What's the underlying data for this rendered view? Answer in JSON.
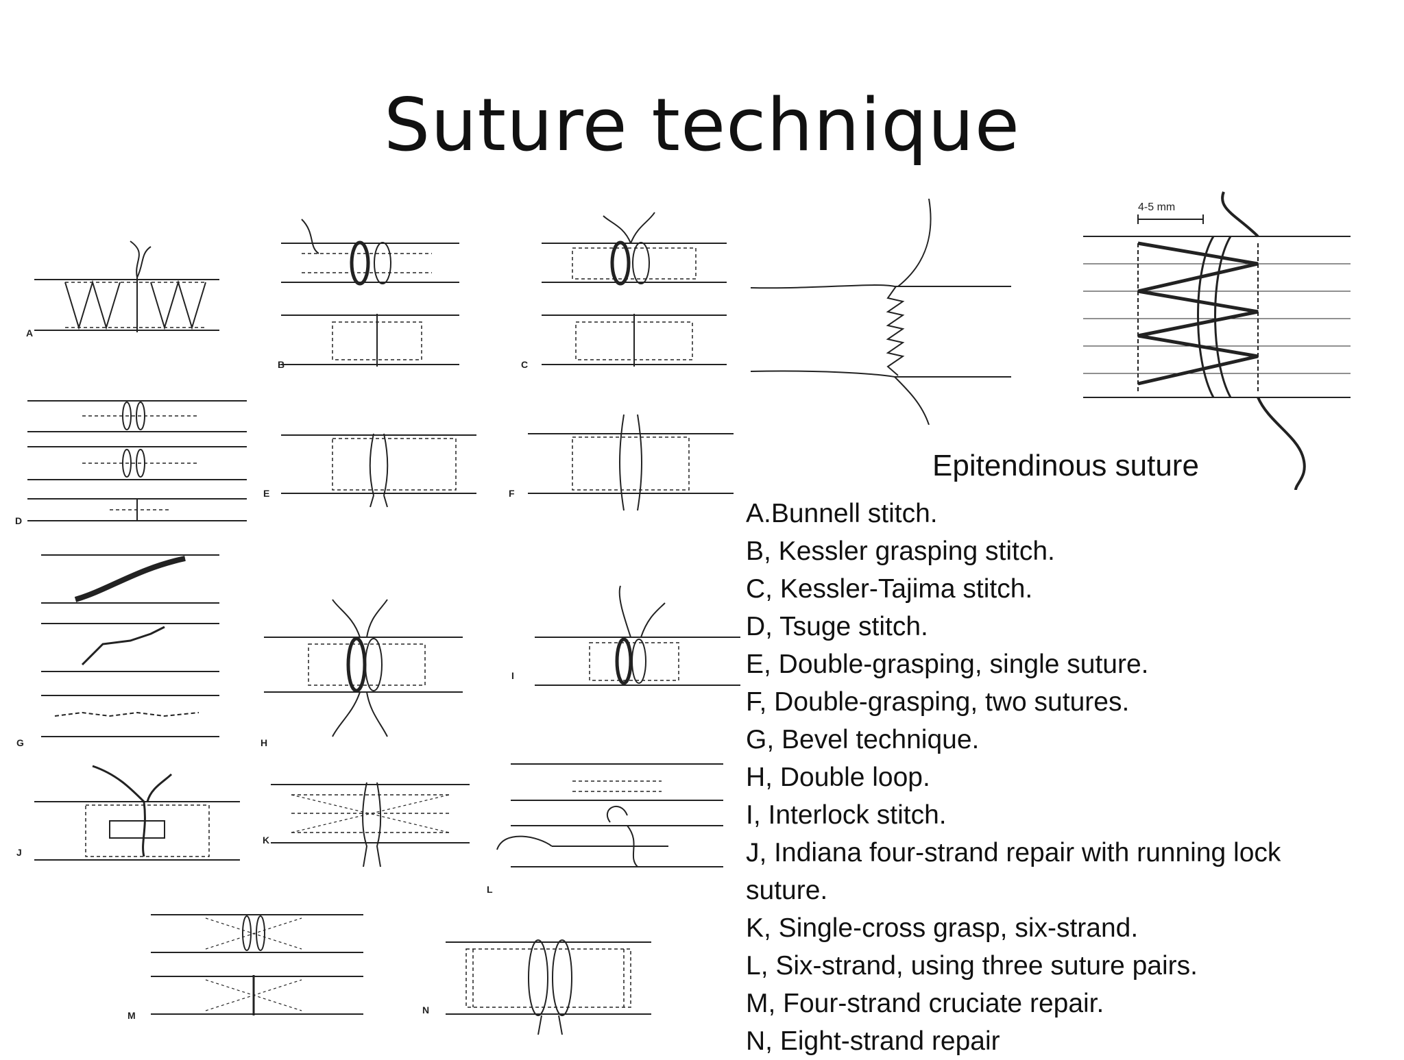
{
  "slide": {
    "title": "Suture technique"
  },
  "figures": {
    "labels": [
      "A",
      "B",
      "C",
      "D",
      "E",
      "F",
      "G",
      "H",
      "I",
      "J",
      "K",
      "L",
      "M",
      "N"
    ],
    "epitendinous": {
      "caption": "Epitendinous suture",
      "measure": "4-5 mm"
    }
  },
  "legend": [
    "A.Bunnell stitch.",
    "B, Kessler grasping stitch.",
    "C, Kessler-Tajima stitch.",
    "D, Tsuge stitch.",
    "E, Double-grasping, single suture.",
    "F, Double-grasping, two sutures.",
    "G, Bevel technique.",
    "H, Double loop.",
    "I, Interlock stitch.",
    "J, Indiana four-strand repair with running lock suture.",
    "K, Single-cross grasp, six-strand.",
    "L, Six-strand, using three suture pairs.",
    "M, Four-strand cruciate repair.",
    "N, Eight-strand repair"
  ]
}
